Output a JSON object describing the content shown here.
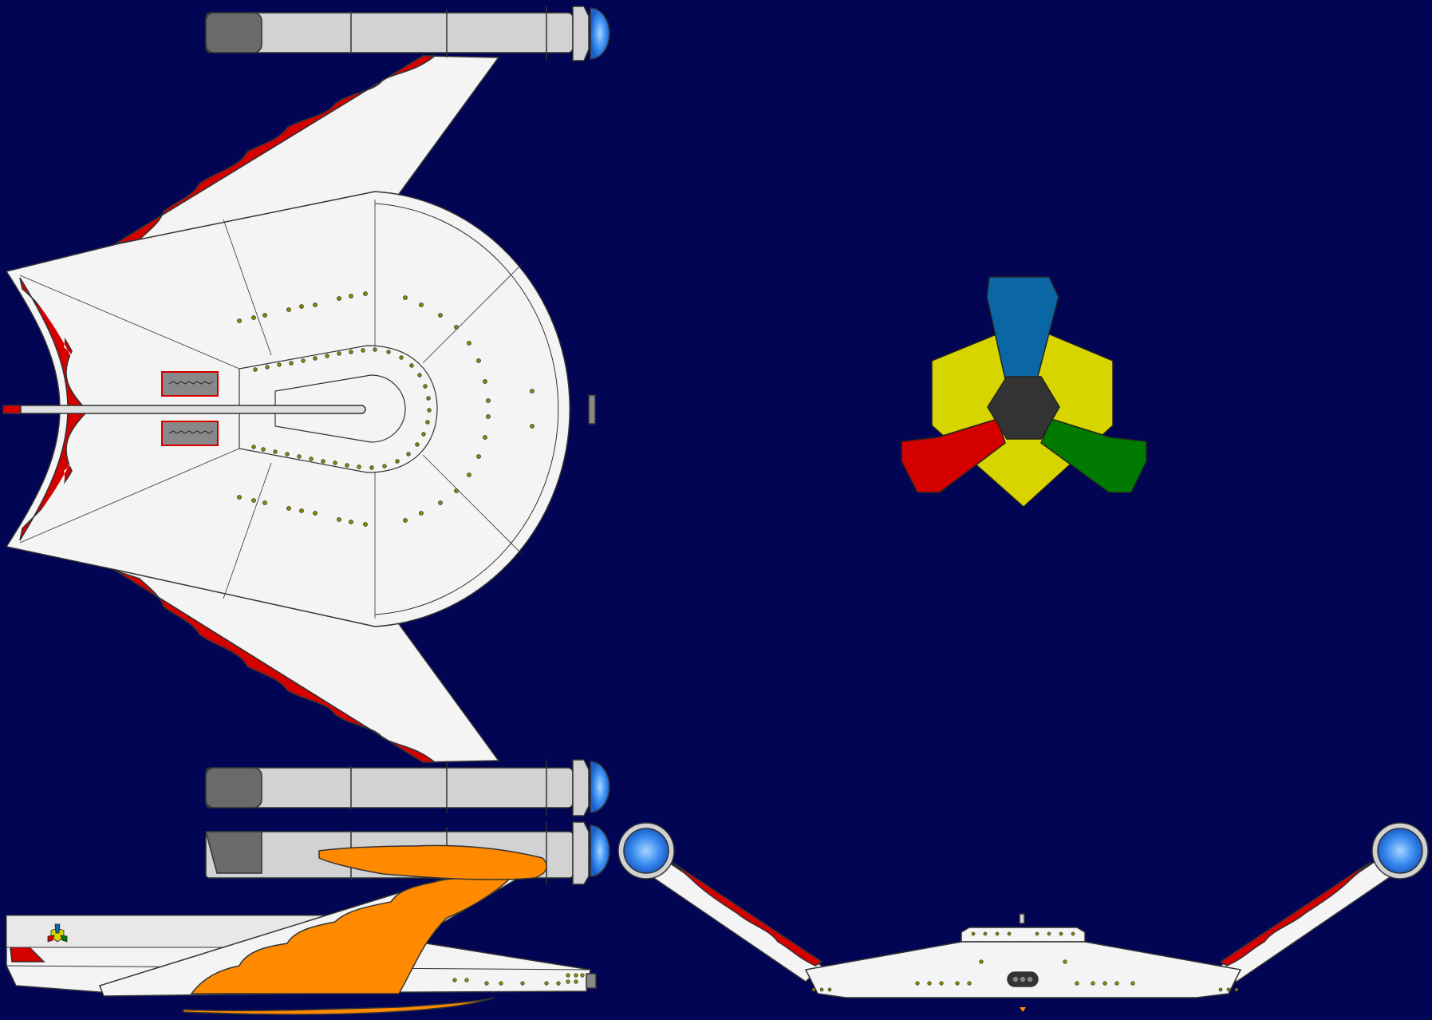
{
  "scene": {
    "views": [
      "top-view",
      "emblem",
      "side-view",
      "front-view"
    ]
  },
  "colors": {
    "background": "#020454",
    "hull": "#f4f4f4",
    "hull_outline": "#333333",
    "wing_red": "#d40000",
    "nacelle_grey": "#d2d2d2",
    "nacelle_dark": "#6a6a6a",
    "nacelle_glow": "#2f7de8",
    "plume_orange": "#ff8a00",
    "window_dot": "#8a8a00",
    "emblem_yellow": "#d8d400",
    "emblem_blue": "#0a66a4",
    "emblem_red": "#d40000",
    "emblem_green": "#007a00",
    "emblem_core": "#333333"
  },
  "icons": {
    "emblem": "tri-hexagon-emblem-icon",
    "nacelle_cap": "bussard-glow-icon",
    "side_logo": "tri-hexagon-emblem-icon"
  }
}
